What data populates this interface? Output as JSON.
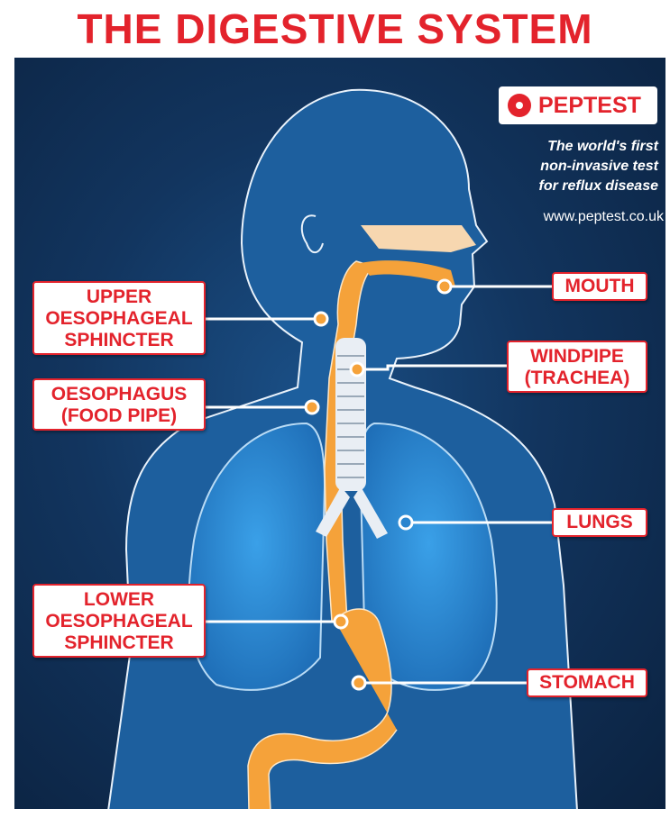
{
  "title": "THE DIGESTIVE SYSTEM",
  "brand": {
    "name": "PEPTEST",
    "tagline": [
      "The world's first",
      "non-invasive test",
      "for reflux disease"
    ],
    "url": "www.peptest.co.uk"
  },
  "labels": {
    "upper_sphincter": [
      "UPPER",
      "OESOPHAGEAL",
      "SPHINCTER"
    ],
    "oesophagus": [
      "OESOPHAGUS",
      "(FOOD PIPE)"
    ],
    "lower_sphincter": [
      "LOWER",
      "OESOPHAGEAL",
      "SPHINCTER"
    ],
    "mouth": [
      "MOUTH"
    ],
    "windpipe": [
      "WINDPIPE",
      "(TRACHEA)"
    ],
    "lungs": [
      "LUNGS"
    ],
    "stomach": [
      "STOMACH"
    ]
  },
  "colors": {
    "accent": "#e3232c",
    "background": "#12355f",
    "body": "#1e63a3",
    "organ": "#f5a23a",
    "lungs": "#2a85cf"
  }
}
